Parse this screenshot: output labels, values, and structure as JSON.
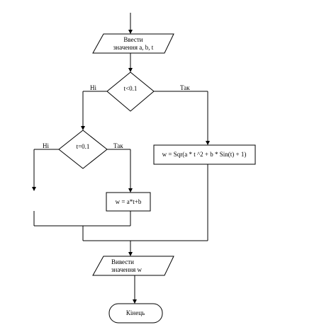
{
  "flowchart": {
    "input_block": {
      "line1": "Ввести",
      "line2": "значення  a, b, t"
    },
    "decision_outer": {
      "condition": "t<0.1",
      "no_label": "Ні",
      "yes_label": "Так"
    },
    "decision_inner": {
      "condition": "t=0.1",
      "no_label": "Ні",
      "yes_label": "Так"
    },
    "process_main": {
      "formula": "w = Sqr(a * t ^2 + b * Sin(t) + 1)"
    },
    "process_simple": {
      "formula": "w = a*t+b"
    },
    "output_block": {
      "line1": "Вивести",
      "line2": "значення w"
    },
    "end_block": {
      "label": "Кінець"
    }
  }
}
